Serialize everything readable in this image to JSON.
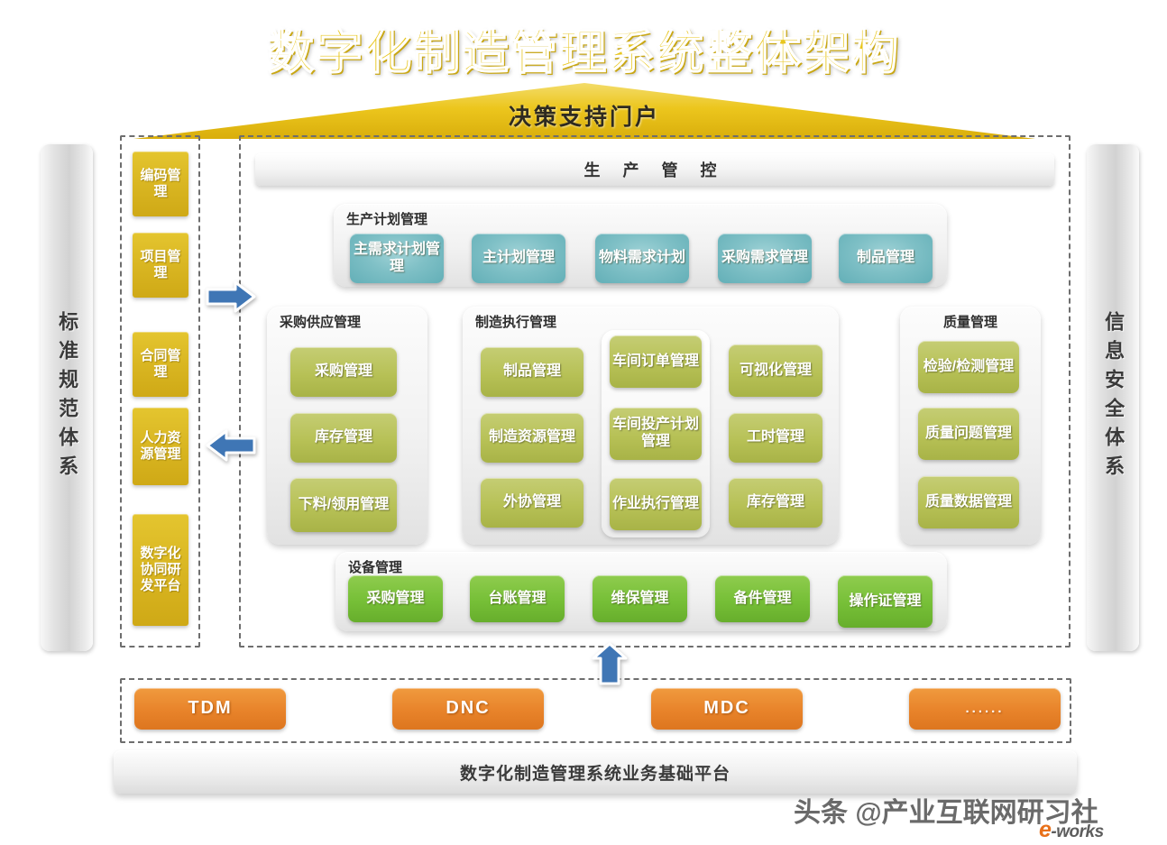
{
  "title": "数字化制造管理系统整体架构",
  "roof": {
    "label": "决策支持门户"
  },
  "pillars": {
    "left": "标准规范体系",
    "right": "信息安全体系"
  },
  "left_column": {
    "items": [
      {
        "label": "编码管理"
      },
      {
        "label": "项目管理"
      },
      {
        "label": "合同管理"
      },
      {
        "label": "人力资源管理"
      },
      {
        "label": "数字化协同研发平台"
      }
    ]
  },
  "main": {
    "header": "生 产 管 控",
    "groups": [
      {
        "id": "production-plan",
        "title": "生产计划管理",
        "color": "teal",
        "items": [
          "主需求计划管理",
          "主计划管理",
          "物料需求计划",
          "采购需求管理",
          "制品管理"
        ]
      },
      {
        "id": "purchase-supply",
        "title": "采购供应管理",
        "color": "olive",
        "items": [
          "采购管理",
          "库存管理",
          "下料/领用管理"
        ]
      },
      {
        "id": "manufacturing-execution",
        "title": "制造执行管理",
        "color": "olive",
        "col1": [
          "制品管理",
          "制造资源管理",
          "外协管理"
        ],
        "col2": [
          "车间订单管理",
          "车间投产计划管理",
          "作业执行管理"
        ],
        "col3": [
          "可视化管理",
          "工时管理",
          "库存管理"
        ]
      },
      {
        "id": "quality",
        "title": "质量管理",
        "color": "olive",
        "items": [
          "检验/检测管理",
          "质量问题管理",
          "质量数据管理"
        ]
      },
      {
        "id": "equipment",
        "title": "设备管理",
        "color": "green",
        "items": [
          "采购管理",
          "台账管理",
          "维保管理",
          "备件管理",
          "操作证管理"
        ]
      }
    ]
  },
  "bottom_row": {
    "items": [
      "TDM",
      "DNC",
      "MDC",
      "......"
    ]
  },
  "base_platform": "数字化制造管理系统业务基础平台",
  "watermark": {
    "text": "头条 @产业互联网研习社",
    "logo_e": "e",
    "logo_rest": "-works"
  },
  "colors": {
    "title": "#e8c61e",
    "roof": "#ecc61d",
    "yellow_chip": "#d9b622",
    "teal_chip": "#7fc0c6",
    "olive_chip": "#b7c156",
    "green_chip": "#76bf37",
    "orange_chip": "#e8832a",
    "arrow_blue": "#3f76b5",
    "dashed_border": "#6e6e6e"
  }
}
